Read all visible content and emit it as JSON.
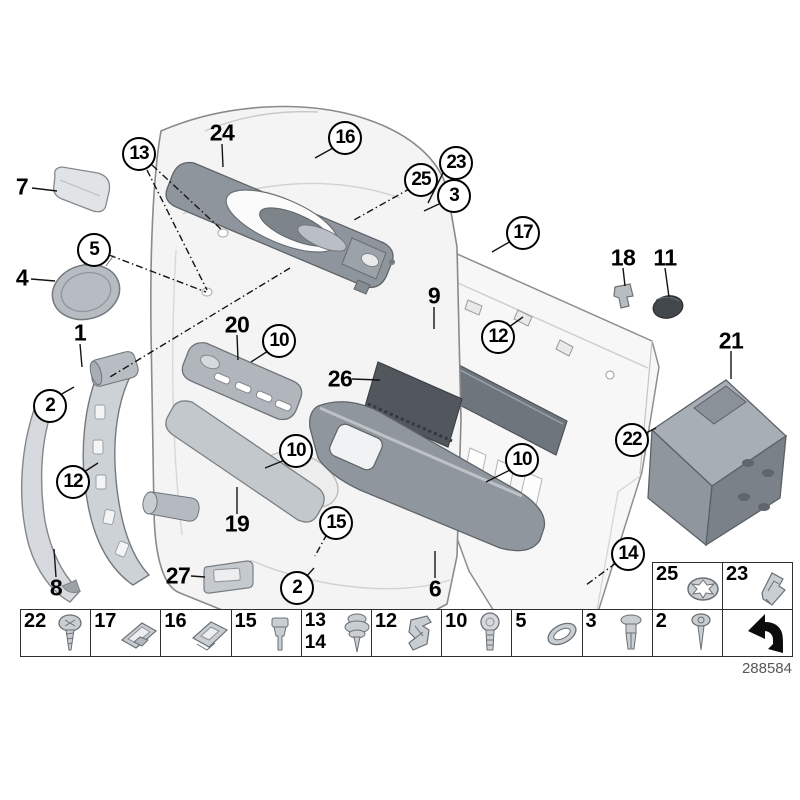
{
  "callouts": [
    {
      "label": "7",
      "circled": false
    },
    {
      "label": "13",
      "circled": true
    },
    {
      "label": "24",
      "circled": false
    },
    {
      "label": "16",
      "circled": true
    },
    {
      "label": "23",
      "circled": true
    },
    {
      "label": "25",
      "circled": true
    },
    {
      "label": "3",
      "circled": true
    },
    {
      "label": "17",
      "circled": true
    },
    {
      "label": "5",
      "circled": true
    },
    {
      "label": "4",
      "circled": false
    },
    {
      "label": "18",
      "circled": false
    },
    {
      "label": "11",
      "circled": false
    },
    {
      "label": "9",
      "circled": false
    },
    {
      "label": "12",
      "circled": true
    },
    {
      "label": "1",
      "circled": false
    },
    {
      "label": "20",
      "circled": false
    },
    {
      "label": "10",
      "circled": true
    },
    {
      "label": "26",
      "circled": false
    },
    {
      "label": "21",
      "circled": false
    },
    {
      "label": "2",
      "circled": true
    },
    {
      "label": "12",
      "circled": true
    },
    {
      "label": "10",
      "circled": true
    },
    {
      "label": "10",
      "circled": true
    },
    {
      "label": "22",
      "circled": true
    },
    {
      "label": "19",
      "circled": false
    },
    {
      "label": "15",
      "circled": true
    },
    {
      "label": "8",
      "circled": false
    },
    {
      "label": "27",
      "circled": false
    },
    {
      "label": "2",
      "circled": true
    },
    {
      "label": "14",
      "circled": true
    },
    {
      "label": "6",
      "circled": false
    }
  ],
  "legend": {
    "main_cells": [
      {
        "number": "22",
        "part": "tapping-screw"
      },
      {
        "number": "17",
        "part": "mounting-clip"
      },
      {
        "number": "16",
        "part": "mounting-clip"
      },
      {
        "number": "15",
        "part": "expansion-clip"
      },
      {
        "number": "13",
        "number2": "14",
        "part": "grommet-with-pin"
      },
      {
        "number": "12",
        "part": "spring-clip"
      },
      {
        "number": "10",
        "part": "button-head-screw"
      },
      {
        "number": "5",
        "part": "oval-grommet"
      },
      {
        "number": "3",
        "part": "blind-rivet"
      },
      {
        "number": "2",
        "part": "washer-screw"
      },
      {
        "number": "",
        "part": "direction-arrow"
      }
    ],
    "upper_cells": [
      {
        "number": "25",
        "part": "star-lock-washer"
      },
      {
        "number": "23",
        "part": "retaining-clip"
      }
    ]
  },
  "footer": {
    "diagram_number": "288584"
  }
}
